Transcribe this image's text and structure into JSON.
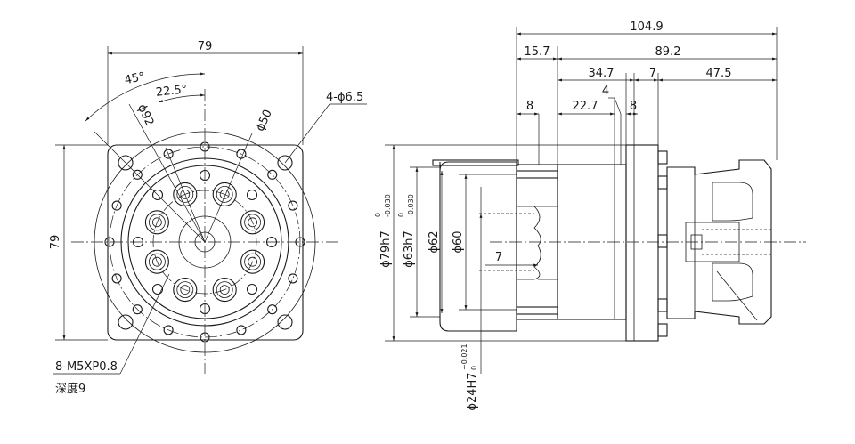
{
  "front_view": {
    "width_dim": "79",
    "height_dim": "79",
    "angle_45": "45°",
    "angle_22_5": "22.5°",
    "dia_92": "ϕ92",
    "dia_50": "ϕ50",
    "hole_callout": "4-ϕ6.5",
    "thread_callout": "8-M5XP0.8",
    "depth_callout": "深度9"
  },
  "side_view": {
    "overall_len": "104.9",
    "len_15_7": "15.7",
    "len_89_2": "89.2",
    "len_34_7": "34.7",
    "len_7_top": "7",
    "len_47_5": "47.5",
    "len_8_left": "8",
    "len_4": "4",
    "len_22_7": "22.7",
    "len_8_right": "8",
    "len_7_inner": "7",
    "dia_79_base": "ϕ79h7",
    "dia_79_tol_upper": "0",
    "dia_79_tol_lower": "-0.030",
    "dia_63_base": "ϕ63h7",
    "dia_63_tol_upper": "0",
    "dia_63_tol_lower": "-0.030",
    "dia_62": "ϕ62",
    "dia_60": "ϕ60",
    "dia_24_base": "ϕ24H7",
    "dia_24_tol_upper": "+0.021",
    "dia_24_tol_lower": "0"
  }
}
